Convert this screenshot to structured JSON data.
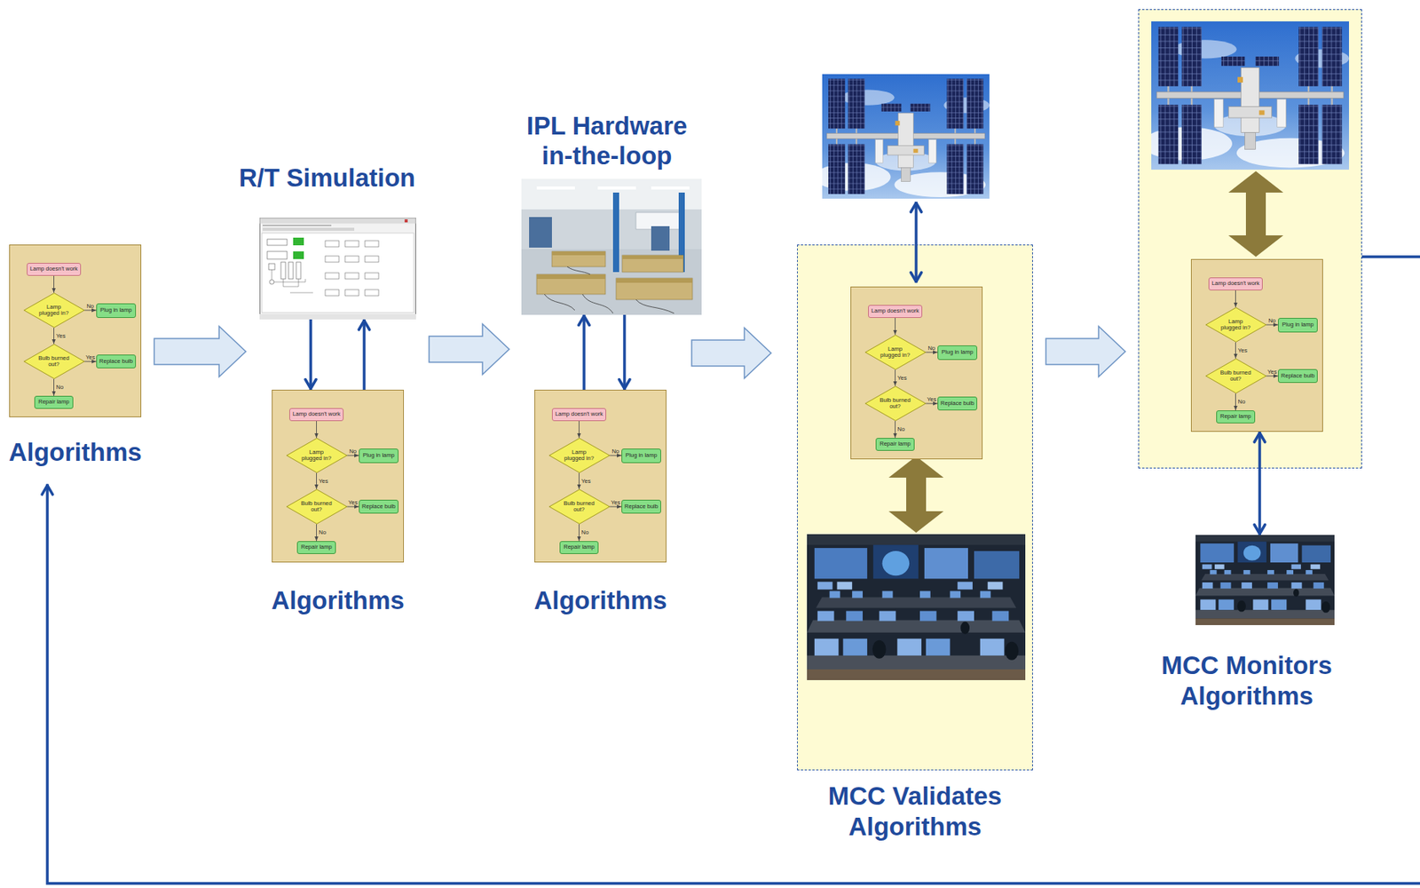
{
  "diagram": {
    "nodes": [
      {
        "text": [
          "Algorithms"
        ]
      },
      {
        "text": [
          "Lamp doesn't work"
        ],
        "in": 0
      },
      {
        "text": [
          "Lamp plugged in?"
        ],
        "in": 0
      },
      {
        "text": [
          "Plug in lamp"
        ],
        "in": 0
      },
      {
        "text": [
          "Bulb burned out?"
        ],
        "in": 0
      },
      {
        "text": [
          "Replace bulb"
        ],
        "in": 0
      },
      {
        "text": [
          "Repair lamp"
        ],
        "in": 0
      },
      {
        "text": [
          "R/T Simulation"
        ]
      },
      {
        "text": [
          "Algorithms"
        ]
      },
      {
        "text": [
          "Lamp doesn't work"
        ],
        "in": 8
      },
      {
        "text": [
          "Lamp plugged in?"
        ],
        "in": 8
      },
      {
        "text": [
          "Plug in lamp"
        ],
        "in": 8
      },
      {
        "text": [
          "Bulb burned out?"
        ],
        "in": 8
      },
      {
        "text": [
          "Replace bulb"
        ],
        "in": 8
      },
      {
        "text": [
          "Repair lamp"
        ],
        "in": 8
      },
      {
        "text": [
          "IPL Hardware in-the-loop"
        ]
      },
      {
        "text": [
          "Algorithms"
        ]
      },
      {
        "text": [
          "Lamp doesn't work"
        ],
        "in": 16
      },
      {
        "text": [
          "Lamp plugged in?"
        ],
        "in": 16
      },
      {
        "text": [
          "Plug in lamp"
        ],
        "in": 16
      },
      {
        "text": [
          "Bulb burned out?"
        ],
        "in": 16
      },
      {
        "text": [
          "Replace bulb"
        ],
        "in": 16
      },
      {
        "text": [
          "Repair lamp"
        ],
        "in": 16
      },
      {
        "text": [
          "MCC Validates Algorithms"
        ]
      },
      {
        "in": 23
      },
      {
        "text": [
          "Lamp doesn't work"
        ],
        "in": 24
      },
      {
        "text": [
          "Lamp plugged in?"
        ],
        "in": 24
      },
      {
        "text": [
          "Plug in lamp"
        ],
        "in": 24
      },
      {
        "text": [
          "Bulb burned out?"
        ],
        "in": 24
      },
      {
        "text": [
          "Replace bulb"
        ],
        "in": 24
      },
      {
        "text": [
          "Repair lamp"
        ],
        "in": 24
      },
      {},
      {
        "in": 31
      },
      {
        "text": [
          "Lamp doesn't work"
        ],
        "in": 32
      },
      {
        "text": [
          "Lamp plugged in?"
        ],
        "in": 32
      },
      {
        "text": [
          "Plug in lamp"
        ],
        "in": 32
      },
      {
        "text": [
          "Bulb burned out?"
        ],
        "in": 32
      },
      {
        "text": [
          "Replace bulb"
        ],
        "in": 32
      },
      {
        "text": [
          "Repair lamp"
        ],
        "in": 32
      },
      {
        "text": [
          "MCC Monitors Algorithms"
        ]
      }
    ],
    "edges": [
      {
        "from": 1,
        "to": 2,
        "arrow": "to"
      },
      {
        "from": 2,
        "to": 3,
        "label": "No",
        "arrow": "to"
      },
      {
        "from": 2,
        "to": 4,
        "label": "Yes",
        "arrow": "to"
      },
      {
        "from": 4,
        "to": 5,
        "label": "Yes",
        "arrow": "to"
      },
      {
        "from": 4,
        "to": 6,
        "label": "No",
        "arrow": "to"
      },
      {
        "from": 9,
        "to": 10,
        "arrow": "to"
      },
      {
        "from": 10,
        "to": 11,
        "label": "No",
        "arrow": "to"
      },
      {
        "from": 10,
        "to": 12,
        "label": "Yes",
        "arrow": "to"
      },
      {
        "from": 12,
        "to": 13,
        "label": "Yes",
        "arrow": "to"
      },
      {
        "from": 12,
        "to": 14,
        "label": "No",
        "arrow": "to"
      },
      {
        "from": 17,
        "to": 18,
        "arrow": "to"
      },
      {
        "from": 18,
        "to": 19,
        "label": "No",
        "arrow": "to"
      },
      {
        "from": 18,
        "to": 20,
        "label": "Yes",
        "arrow": "to"
      },
      {
        "from": 20,
        "to": 21,
        "label": "Yes",
        "arrow": "to"
      },
      {
        "from": 20,
        "to": 22,
        "label": "No",
        "arrow": "to"
      },
      {
        "from": 25,
        "to": 26,
        "arrow": "to"
      },
      {
        "from": 26,
        "to": 27,
        "label": "No",
        "arrow": "to"
      },
      {
        "from": 26,
        "to": 28,
        "label": "Yes",
        "arrow": "to"
      },
      {
        "from": 28,
        "to": 29,
        "label": "Yes",
        "arrow": "to"
      },
      {
        "from": 28,
        "to": 30,
        "label": "No",
        "arrow": "to"
      },
      {
        "from": 33,
        "to": 34,
        "arrow": "to"
      },
      {
        "from": 34,
        "to": 35,
        "label": "No",
        "arrow": "to"
      },
      {
        "from": 34,
        "to": 36,
        "label": "Yes",
        "arrow": "to"
      },
      {
        "from": 36,
        "to": 37,
        "label": "Yes",
        "arrow": "to"
      },
      {
        "from": 36,
        "to": 38,
        "label": "No",
        "arrow": "to"
      },
      {
        "from": 7,
        "to": 8,
        "arrow": "to"
      },
      {
        "from": 8,
        "to": 7,
        "arrow": "to"
      },
      {
        "from": 16,
        "to": 15,
        "arrow": "to"
      },
      {
        "from": 15,
        "to": 16,
        "arrow": "to"
      },
      {
        "from": 32,
        "to": 39,
        "arrow": "both"
      },
      {
        "from": 31,
        "to": 0,
        "arrow": "to"
      }
    ]
  }
}
